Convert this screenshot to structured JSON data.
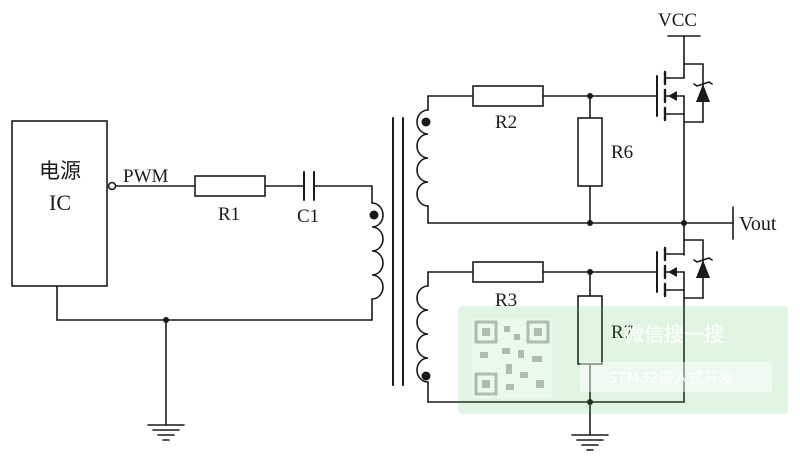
{
  "labels": {
    "ic_line1": "电源",
    "ic_line2": "IC",
    "pwm": "PWM",
    "r1": "R1",
    "c1": "C1",
    "r2": "R2",
    "r6": "R6",
    "r3": "R3",
    "r7": "R7",
    "vcc": "VCC",
    "vout": "Vout"
  },
  "watermark": {
    "title": "微信搜一搜",
    "subtitle": "STM32嵌入式开发"
  }
}
